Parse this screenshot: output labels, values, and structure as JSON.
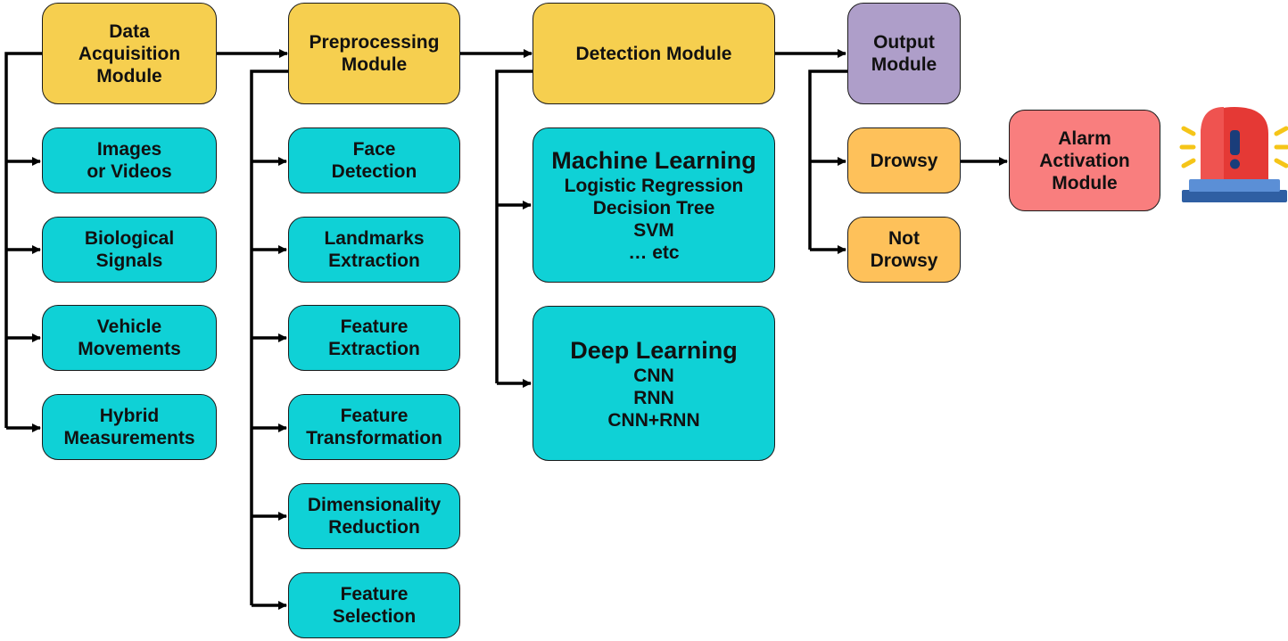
{
  "modules": {
    "acquisition": {
      "lines": [
        "Data",
        "Acquisition",
        "Module"
      ]
    },
    "preprocessing": {
      "lines": [
        "Preprocessing",
        "Module"
      ]
    },
    "detection": {
      "lines": [
        "Detection Module"
      ]
    },
    "output": {
      "lines": [
        "Output",
        "Module"
      ]
    },
    "alarm": {
      "lines": [
        "Alarm",
        "Activation",
        "Module"
      ]
    }
  },
  "acquisition_inputs": [
    {
      "lines": [
        "Images",
        "or Videos"
      ]
    },
    {
      "lines": [
        "Biological",
        "Signals"
      ]
    },
    {
      "lines": [
        "Vehicle",
        "Movements"
      ]
    },
    {
      "lines": [
        "Hybrid",
        "Measurements"
      ]
    }
  ],
  "preprocessing_steps": [
    {
      "lines": [
        "Face",
        "Detection"
      ]
    },
    {
      "lines": [
        "Landmarks",
        "Extraction"
      ]
    },
    {
      "lines": [
        "Feature",
        "Extraction"
      ]
    },
    {
      "lines": [
        "Feature",
        "Transformation"
      ]
    },
    {
      "lines": [
        "Dimensionality",
        "Reduction"
      ]
    },
    {
      "lines": [
        "Feature",
        "Selection"
      ]
    }
  ],
  "detection_methods": [
    {
      "heading": "Machine Learning",
      "items": [
        "Logistic Regression",
        "Decision Tree",
        "SVM",
        "… etc"
      ]
    },
    {
      "heading": "Deep Learning",
      "items": [
        "CNN",
        "RNN",
        "CNN+RNN"
      ]
    }
  ],
  "output_states": [
    {
      "lines": [
        "Drowsy"
      ]
    },
    {
      "lines": [
        "Not",
        "Drowsy"
      ]
    }
  ],
  "icon": {
    "name": "alarm-siren-icon",
    "light_color": "#e53935",
    "base_color": "#3b6fb6",
    "ray_color": "#f5c518"
  },
  "colors": {
    "module": "#f6cf4f",
    "component": "#0fd1d6",
    "output": "#ae9ec9",
    "state": "#fec15a",
    "alarm": "#f97e7e"
  }
}
